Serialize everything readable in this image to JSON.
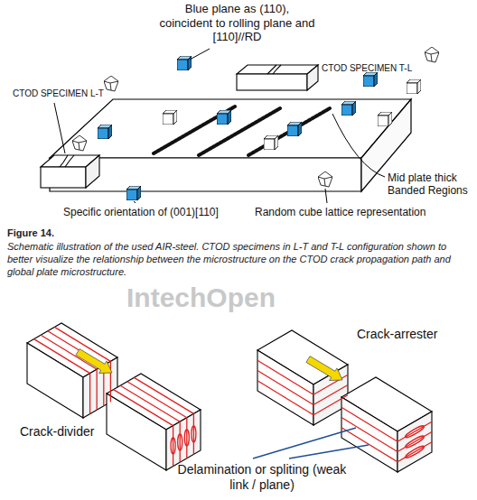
{
  "diagram": {
    "caption": "Schematic illustration of the used AIR-steel. CTOD specimens in L-T and T-L configuration shown to better visualize the relationship between the microstructure on the CTOD crack propagation path and global plate microstructure.",
    "labels": [
      "Blue plane as (110), coincident to rolling plane and [110]//RD",
      "CTOD SPECIMEN L-T",
      "CTOD SPECIMEN T-L",
      "Mid plate thick Banded Regions",
      "Specific orientation of (001)[110]",
      "Random cube lattice representation",
      "Figure 14.",
      "IntechOpen",
      "Crack-divider",
      "Crack-arrester",
      "Delamination or spliting (weak link / plane)"
    ]
  }
}
